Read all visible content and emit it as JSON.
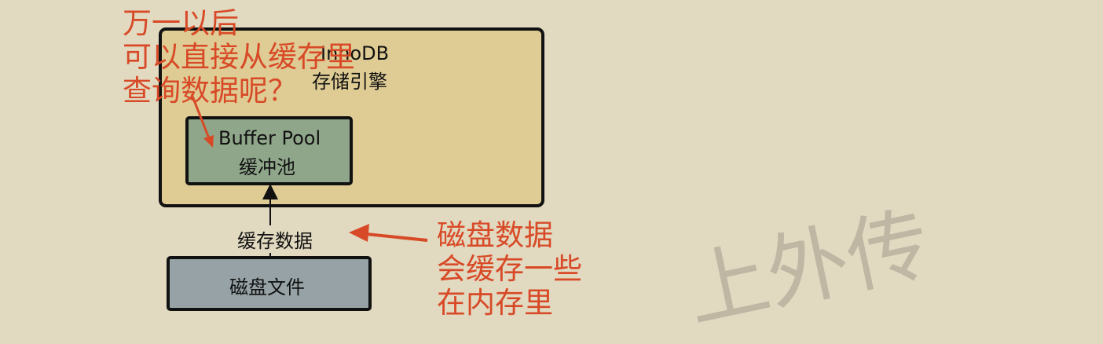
{
  "diagram": {
    "innodb": {
      "title_en": "InnoDB",
      "title_cn": "存储引擎"
    },
    "buffer_pool": {
      "title_en": "Buffer Pool",
      "title_cn": "缓冲池"
    },
    "disk_file": {
      "label": "磁盘文件"
    },
    "edge_label": "缓存数据",
    "annotation_top": [
      "万一以后",
      "可以直接从缓存里",
      "查询数据呢？"
    ],
    "annotation_right": [
      "磁盘数据",
      "会缓存一些",
      "在内存里"
    ],
    "watermark": "上外传"
  },
  "colors": {
    "background": "#e1d9c0",
    "innodb_fill": "#dfcc95",
    "buffer_pool_fill": "#8fa68a",
    "disk_fill": "#96a2a5",
    "annotation": "#d84a27"
  }
}
